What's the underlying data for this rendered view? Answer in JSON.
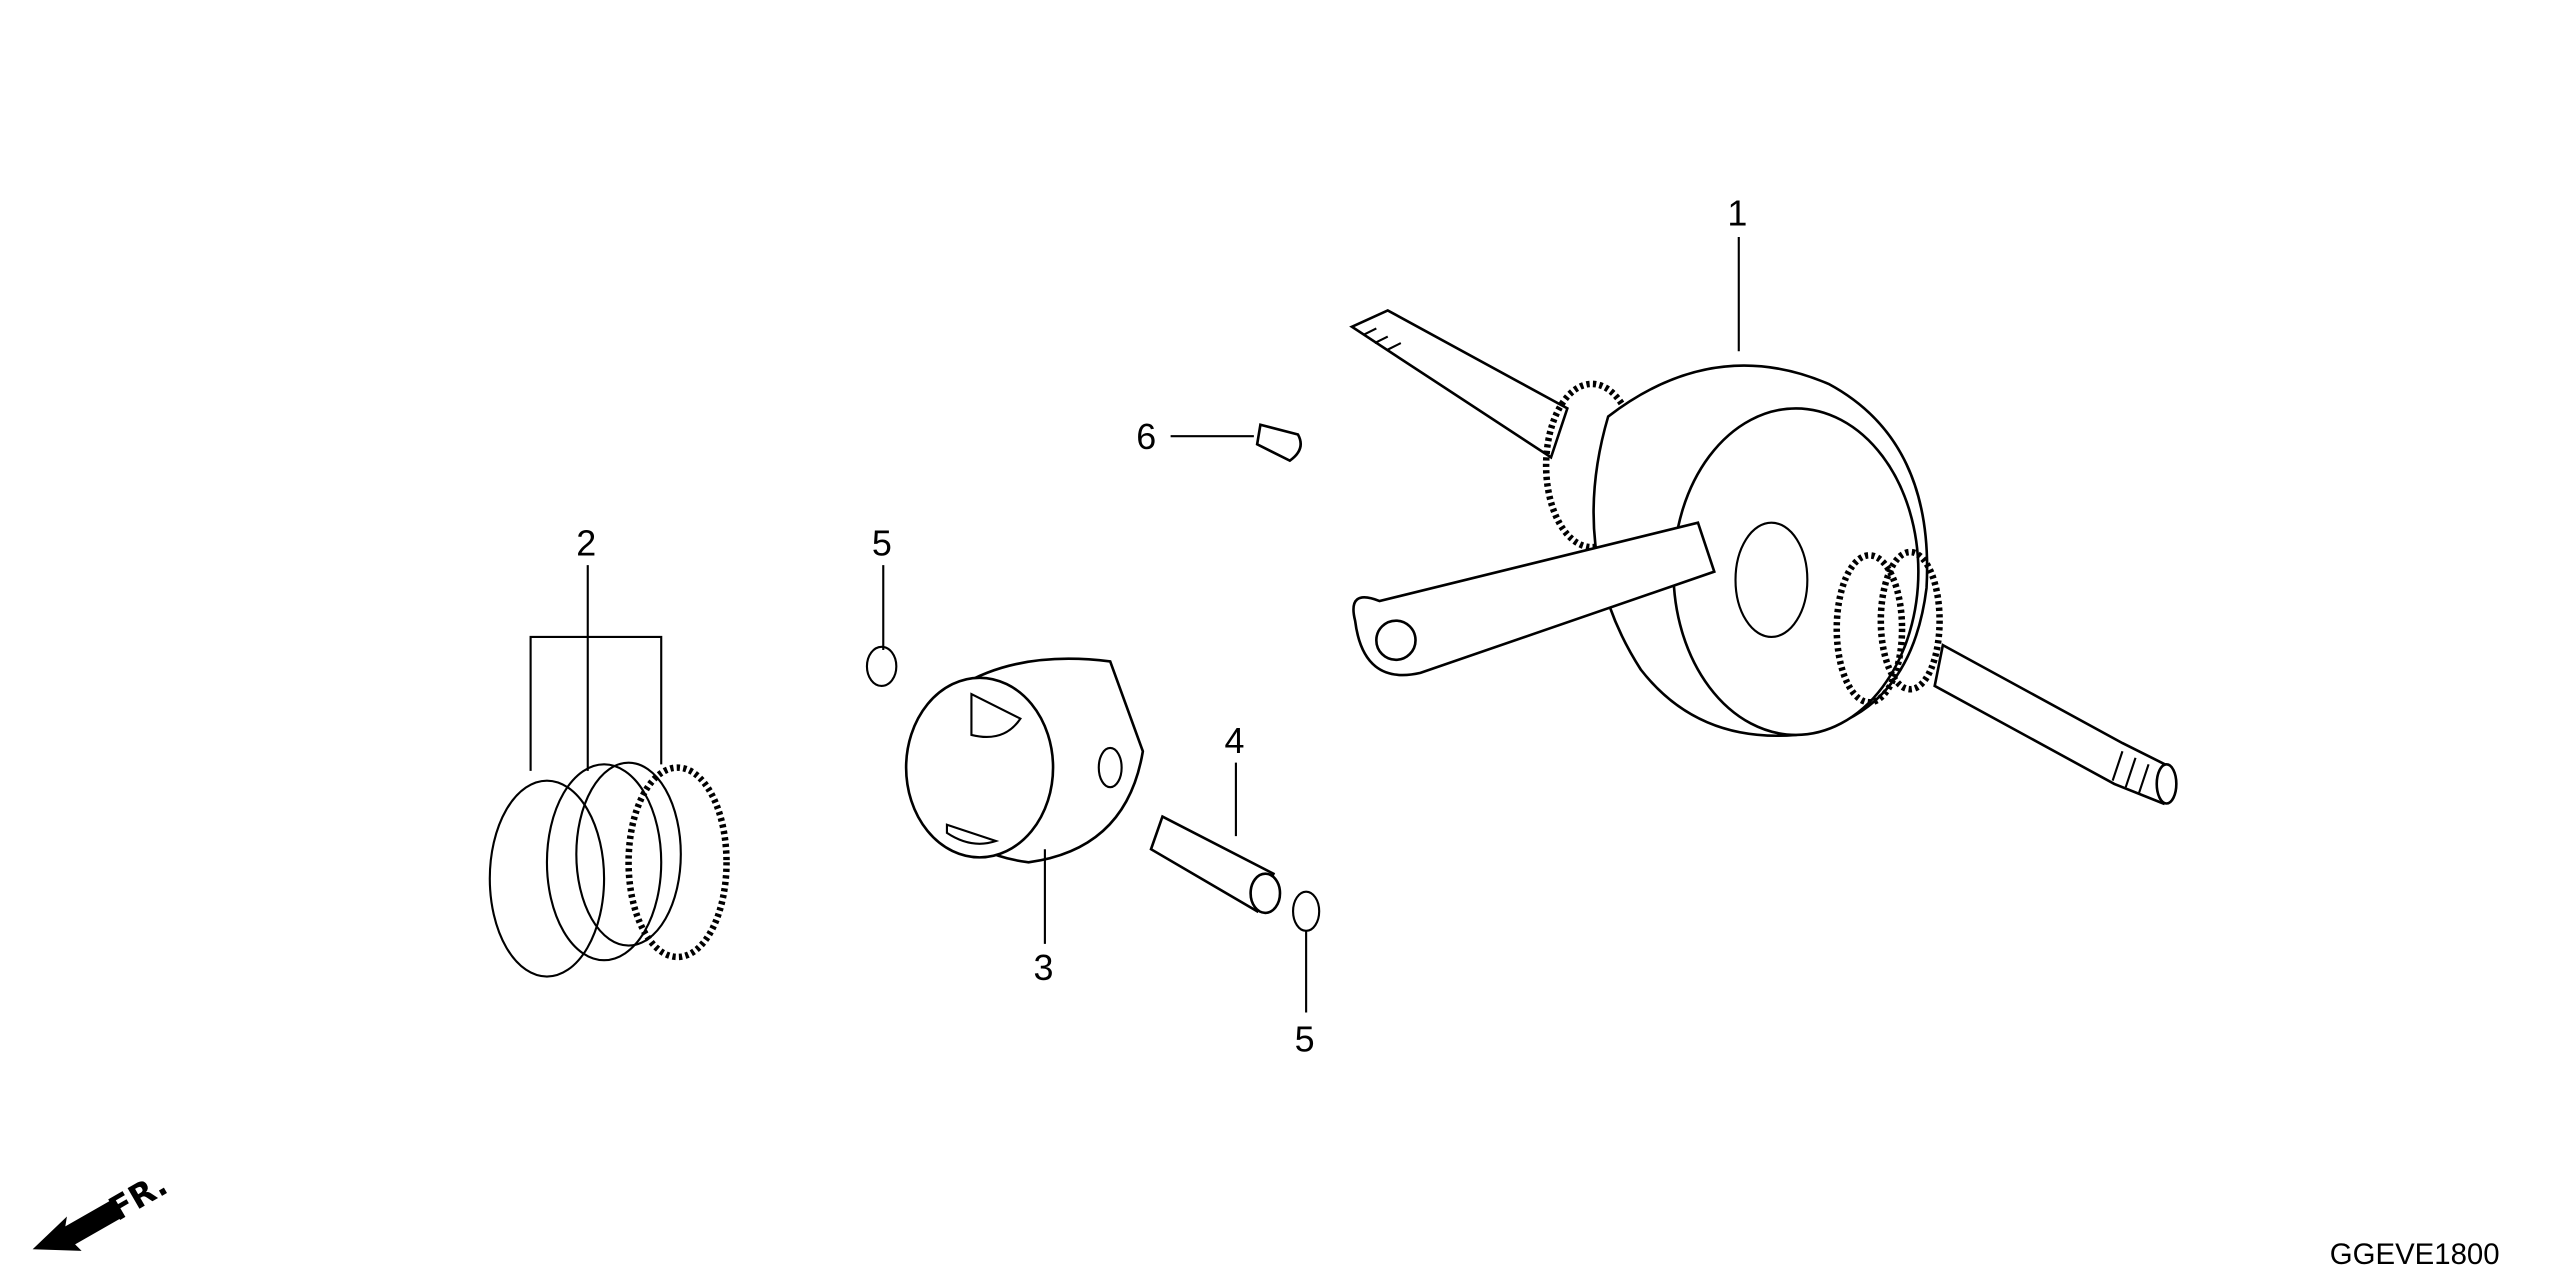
{
  "diagram": {
    "callouts": [
      {
        "number": "1",
        "part": "crankshaft"
      },
      {
        "number": "2",
        "part": "piston-ring-set"
      },
      {
        "number": "3",
        "part": "piston"
      },
      {
        "number": "4",
        "part": "piston-pin"
      },
      {
        "number": "5",
        "part": "piston-pin-clip"
      },
      {
        "number": "5",
        "part": "piston-pin-clip"
      },
      {
        "number": "6",
        "part": "woodruff-key"
      }
    ],
    "front_indicator": "FR.",
    "diagram_code": "GGEVE1800"
  }
}
